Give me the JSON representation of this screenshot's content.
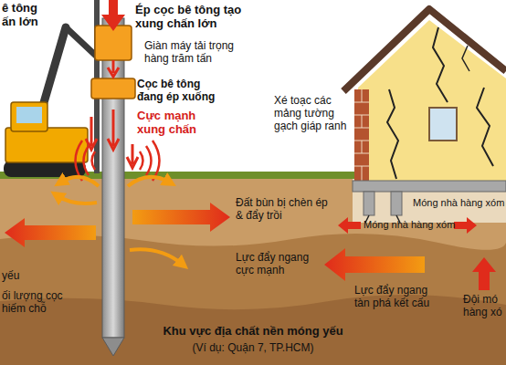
{
  "diagram": {
    "labels": [
      "ê tông ấn lớn",
      "Ép cọc bê tông tạo xung chấn lớn",
      "Giàn máy tải trọng hàng trăm tấn",
      "Cọc bê tông đang ép xuống",
      "Cực mạnh xung chấn",
      "Xé toạc các mảng tường gạch giáp ranh",
      "Móng nhà hàng xóm",
      "Móng nhà hàng xóm",
      "Đất bùn bị chèn ép & đẩy trồi",
      "Lực đẩy ngang cực mạnh",
      "yếu",
      "Lực đẩy ngang tàn phá kết cấu",
      "Đội mó hàng xó",
      "ối lượng cọc hiếm chỗ",
      "Khu vực địa chất nền móng yếu",
      "(Ví dụ: Quận 7, TP.HCM)"
    ]
  }
}
